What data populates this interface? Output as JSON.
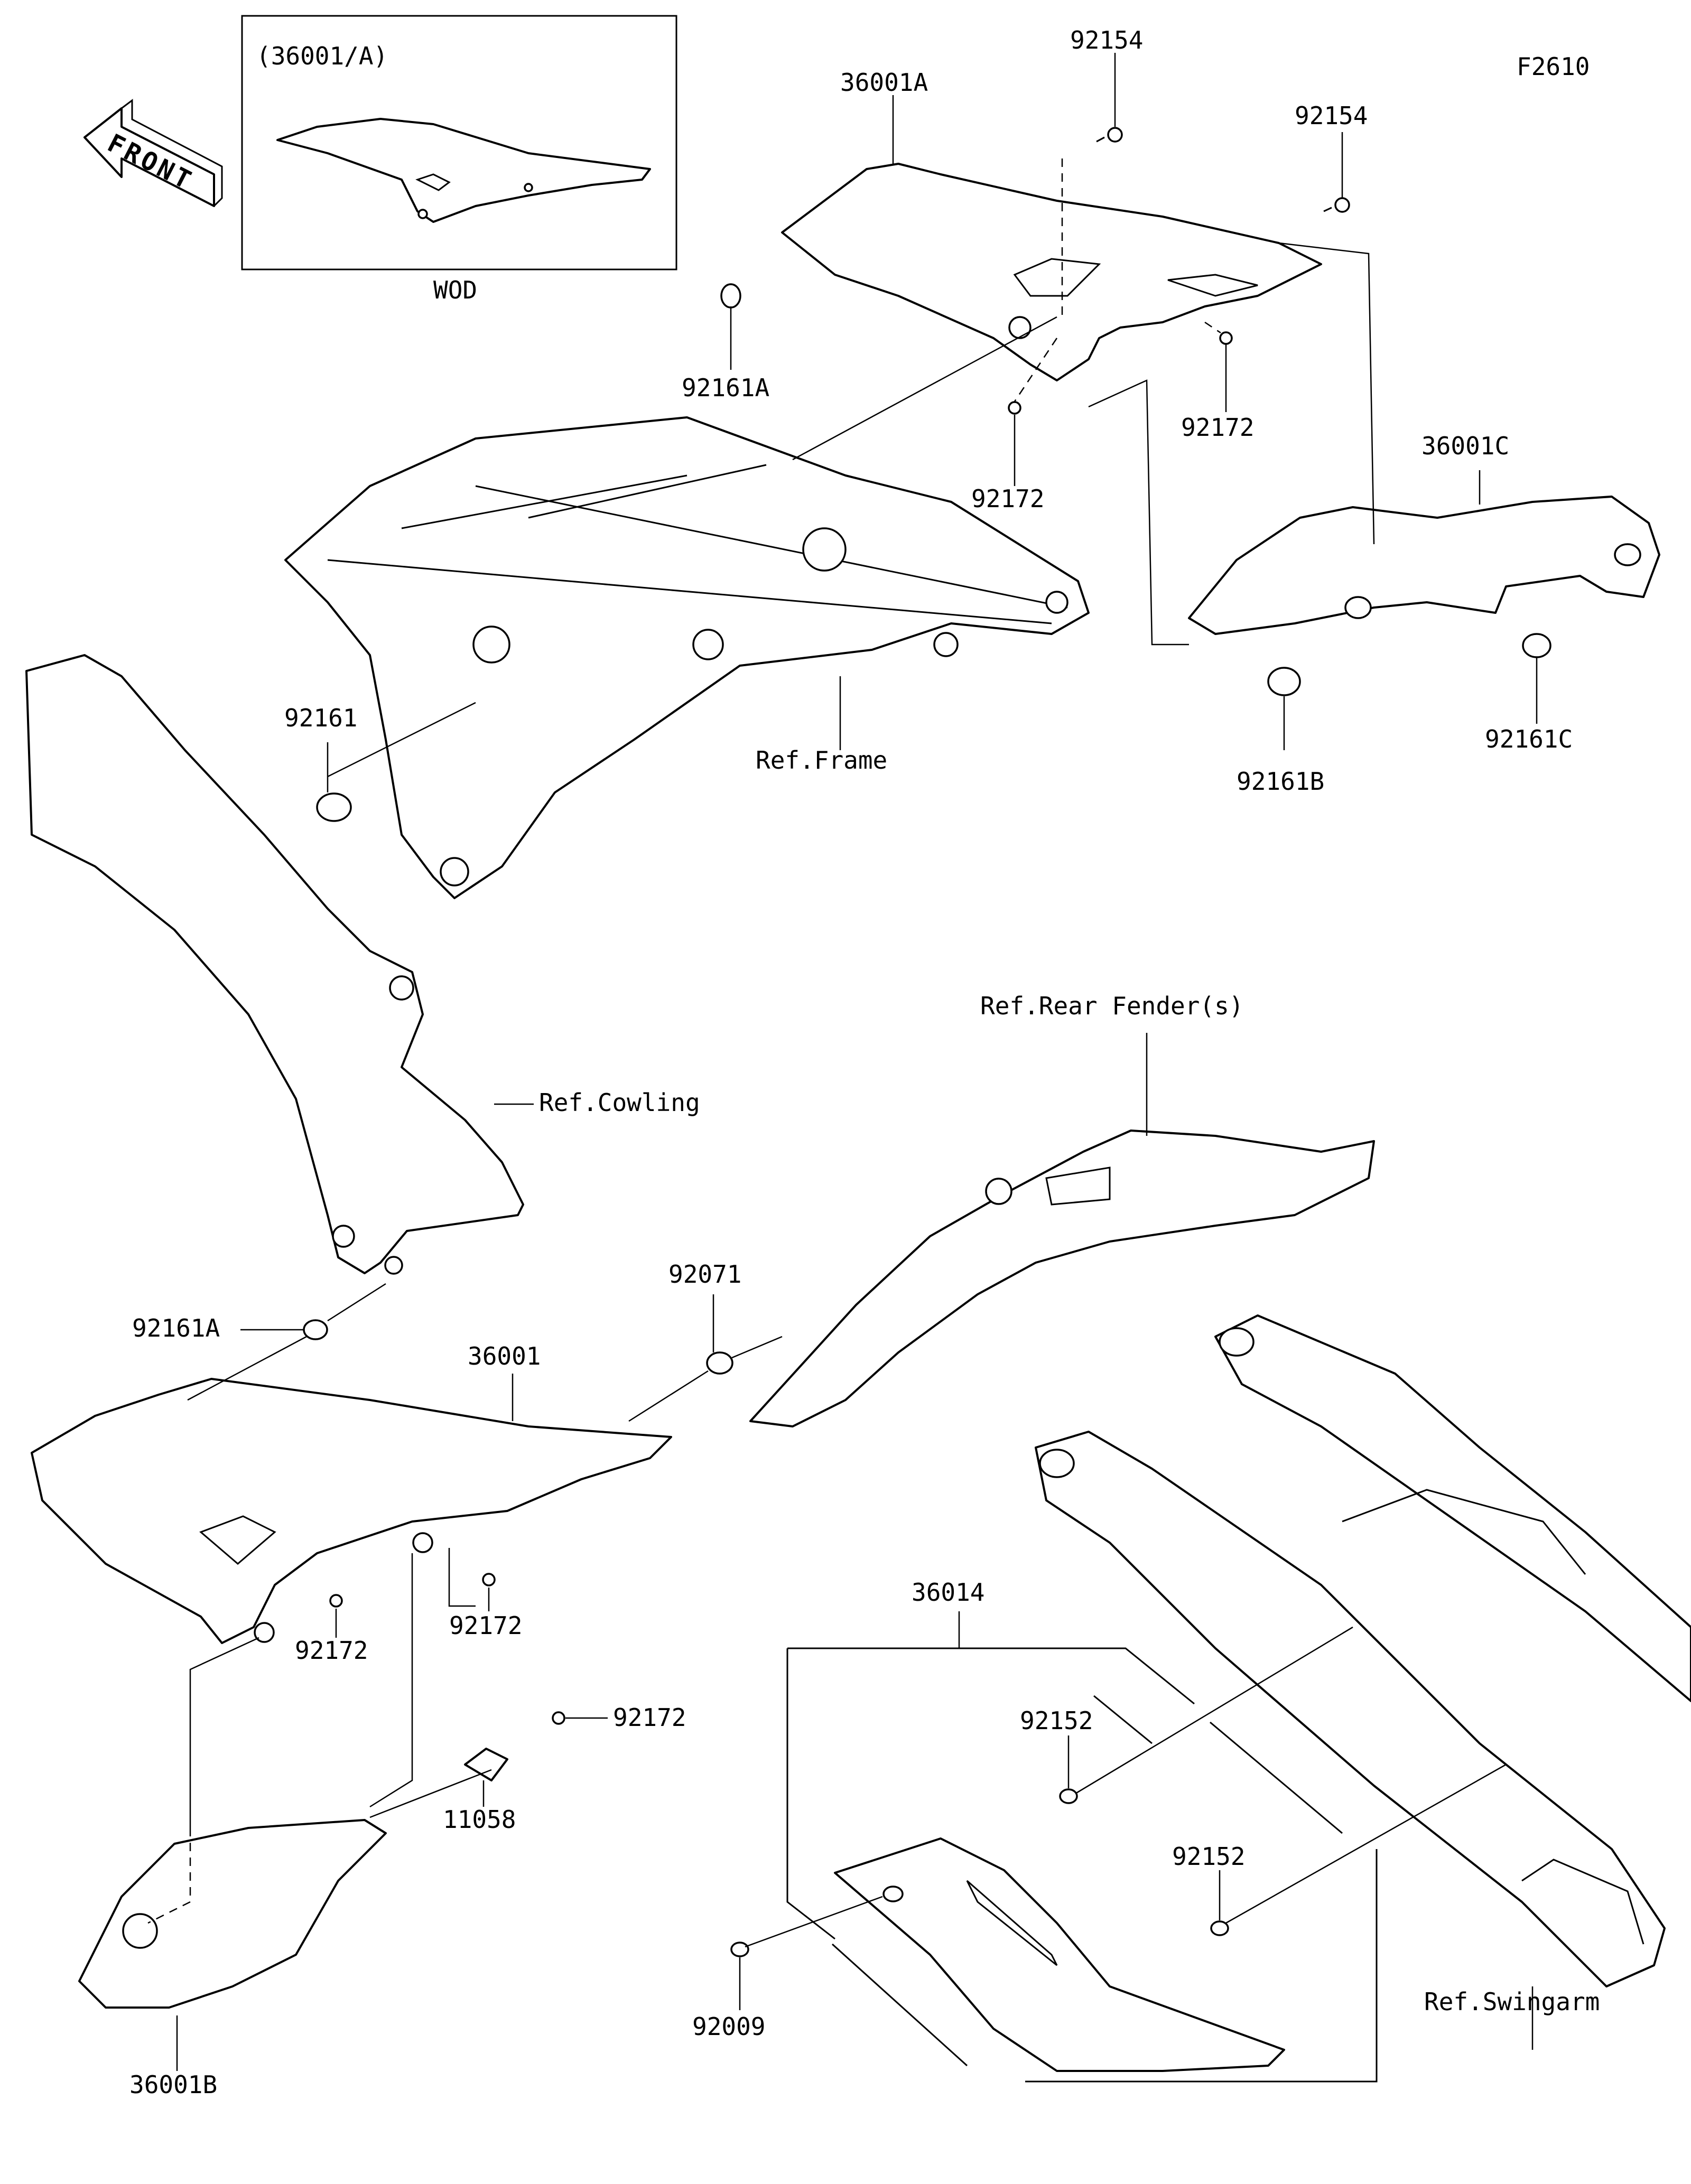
{
  "figure_code": "F2610",
  "front_arrow_label": "FRONT",
  "inset": {
    "title": "(36001/A)",
    "caption": "WOD"
  },
  "callouts": {
    "p92154_top": "92154",
    "p36001A": "36001A",
    "p92154_right": "92154",
    "p92161A_top": "92161A",
    "p92172_top_center": "92172",
    "p92172_top_right": "92172",
    "p36001C": "36001C",
    "p92161B": "92161B",
    "p92161C": "92161C",
    "p92161_left": "92161",
    "ref_frame": "Ref.Frame",
    "ref_cowling": "Ref.Cowling",
    "ref_rear_fender": "Ref.Rear Fender(s)",
    "p92071": "92071",
    "p92161A_mid": "92161A",
    "p36001": "36001",
    "p92172_mid_a": "92172",
    "p92172_mid_b": "92172",
    "p92172_clip": "92172",
    "p11058": "11058",
    "p36001B": "36001B",
    "p36014": "36014",
    "p92152_a": "92152",
    "p92152_b": "92152",
    "p92009": "92009",
    "ref_swingarm": "Ref.Swingarm"
  }
}
